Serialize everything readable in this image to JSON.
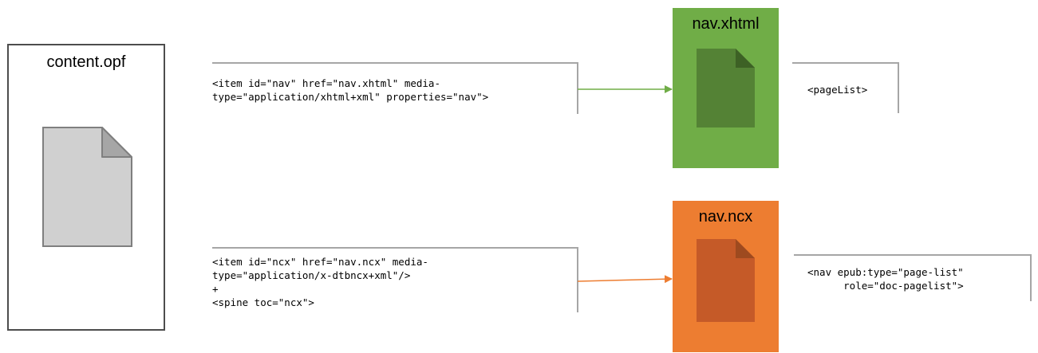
{
  "source": {
    "title": "content.opf",
    "icon": "document-icon"
  },
  "targets": [
    {
      "title": "nav.xhtml",
      "color": "#70ad47",
      "icon_color": "#548235",
      "icon": "document-icon"
    },
    {
      "title": "nav.ncx",
      "color": "#ed7d31",
      "icon_color": "#c55a28",
      "icon": "document-icon"
    }
  ],
  "code_snippets": {
    "nav_item_line1": "<item id=\"nav\" href=\"nav.xhtml\" media-",
    "nav_item_line2": "type=\"application/xhtml+xml\" properties=\"nav\">",
    "ncx_item_line1": "<item id=\"ncx\" href=\"nav.ncx\" media-",
    "ncx_item_line2": "type=\"application/x-dtbncx+xml\"/>",
    "ncx_item_line3": "+",
    "ncx_item_line4": "<spine toc=\"ncx\">",
    "page_list_xhtml": "<pageList>",
    "page_list_ncx_line1": "<nav epub:type=\"page-list\"",
    "page_list_ncx_line2": "      role=\"doc-pagelist\">"
  },
  "connectors": {
    "nav_arrow_color": "#70ad47",
    "ncx_arrow_color": "#ed7d31",
    "bracket_color": "#a6a6a6"
  }
}
